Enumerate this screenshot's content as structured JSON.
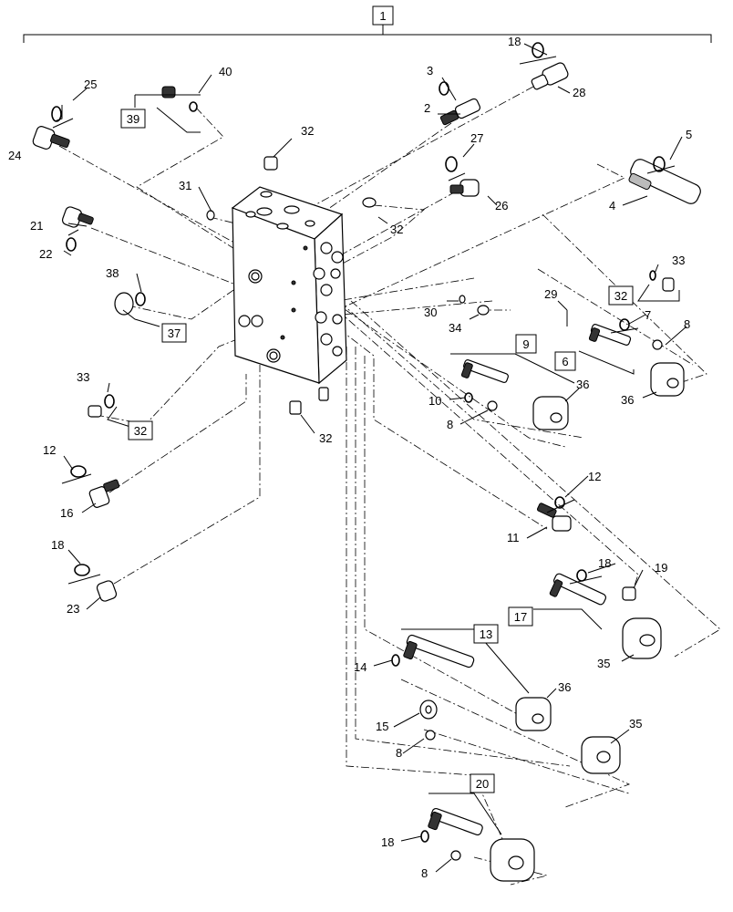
{
  "diagram": {
    "boxed_labels": {
      "b1": "1",
      "b39": "39",
      "b32a": "32",
      "b37": "37",
      "b32b": "32",
      "b9": "9",
      "b6": "6",
      "b17": "17",
      "b13": "13",
      "b20": "20"
    },
    "labels": {
      "l18a": "18",
      "l28": "28",
      "l3": "3",
      "l2": "2",
      "l25": "25",
      "l40": "40",
      "l24": "24",
      "l32top": "32",
      "l27": "27",
      "l5": "5",
      "l31": "31",
      "l26": "26",
      "l4": "4",
      "l32mid": "32",
      "l21": "21",
      "l22": "22",
      "l38": "38",
      "l33a": "33",
      "l29": "29",
      "l30": "30",
      "l34": "34",
      "l7": "7",
      "l8a": "8",
      "l33b": "33",
      "l10": "10",
      "l36a": "36",
      "l36b": "36",
      "l8b": "8",
      "l32bot": "32",
      "l12a": "12",
      "l16": "16",
      "l12b": "12",
      "l11": "11",
      "l18b": "18",
      "l18c": "18",
      "l19": "19",
      "l23": "23",
      "l35a": "35",
      "l14": "14",
      "l36c": "36",
      "l15": "15",
      "l35b": "35",
      "l8c": "8",
      "l18d": "18",
      "l8d": "8"
    }
  }
}
